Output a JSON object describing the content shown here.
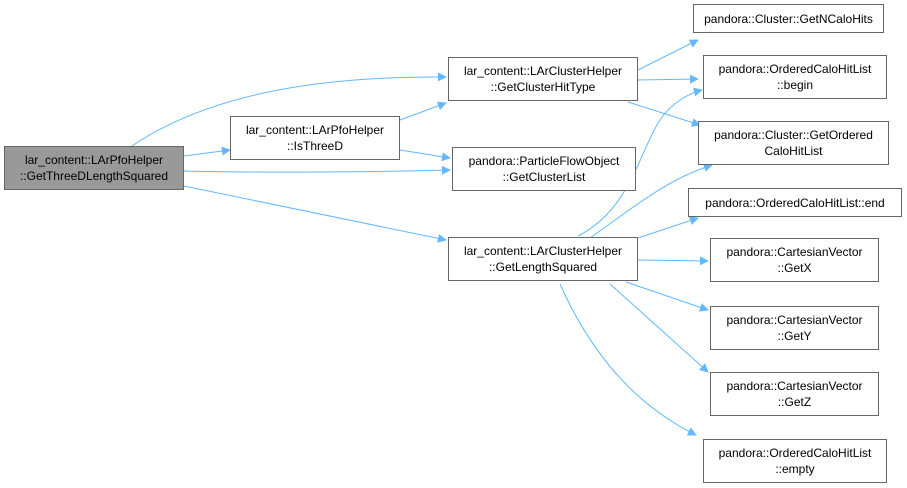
{
  "colors": {
    "edge": "#63b8ff",
    "node_border": "#666666",
    "root_fill": "#999999",
    "node_fill": "#ffffff"
  },
  "nodes": {
    "root": {
      "line1": "lar_content::LArPfoHelper",
      "line2": "::GetThreeDLengthSquared"
    },
    "isThreeD": {
      "line1": "lar_content::LArPfoHelper",
      "line2": "::IsThreeD"
    },
    "hitType": {
      "line1": "lar_content::LArClusterHelper",
      "line2": "::GetClusterHitType"
    },
    "clusterList": {
      "line1": "pandora::ParticleFlowObject",
      "line2": "::GetClusterList"
    },
    "lengthSq": {
      "line1": "lar_content::LArClusterHelper",
      "line2": "::GetLengthSquared"
    },
    "nCaloHits": {
      "line1": "pandora::Cluster::GetNCaloHits",
      "line2": ""
    },
    "begin": {
      "line1": "pandora::OrderedCaloHitList",
      "line2": "::begin"
    },
    "ordered": {
      "line1": "pandora::Cluster::GetOrdered",
      "line2": "CaloHitList"
    },
    "end": {
      "line1": "pandora::OrderedCaloHitList::end",
      "line2": ""
    },
    "getX": {
      "line1": "pandora::CartesianVector",
      "line2": "::GetX"
    },
    "getY": {
      "line1": "pandora::CartesianVector",
      "line2": "::GetY"
    },
    "getZ": {
      "line1": "pandora::CartesianVector",
      "line2": "::GetZ"
    },
    "empty": {
      "line1": "pandora::OrderedCaloHitList",
      "line2": "::empty"
    }
  }
}
